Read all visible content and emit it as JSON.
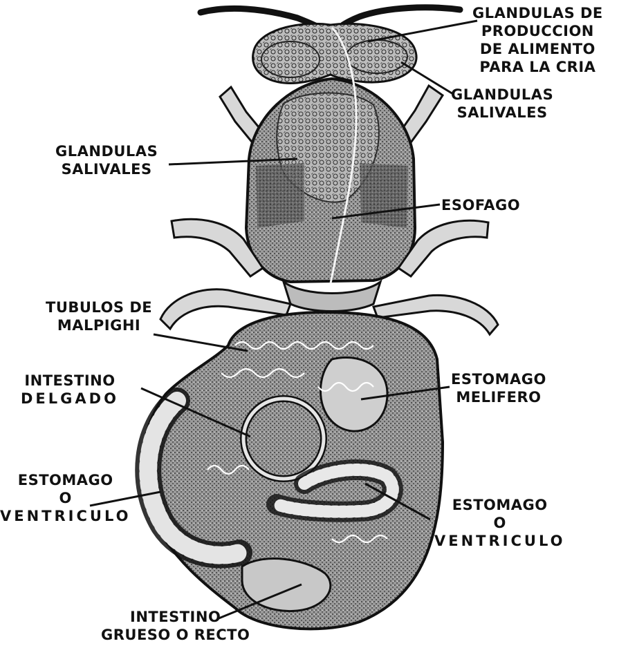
{
  "labels": {
    "food_glands": [
      "GLANDULAS DE",
      "PRODUCCION",
      "DE ALIMENTO",
      "PARA LA CRIA"
    ],
    "salivary_right": [
      "GLANDULAS",
      "SALIVALES"
    ],
    "salivary_left": [
      "GLANDULAS",
      "SALIVALES"
    ],
    "esophagus": [
      "ESOFAGO"
    ],
    "malpighi": [
      "TUBULOS DE",
      "MALPIGHI"
    ],
    "small_intestine": [
      "INTESTINO",
      "DELGADO"
    ],
    "honey_stomach": [
      "ESTOMAGO",
      "MELIFERO"
    ],
    "ventriculus_left": [
      "ESTOMAGO",
      "O",
      "VENTRICULO"
    ],
    "ventriculus_right": [
      "ESTOMAGO",
      "O",
      "VENTRICULO"
    ],
    "rectum": [
      "INTESTINO",
      "GRUESO O RECTO"
    ]
  },
  "colors": {
    "ink": "#111111",
    "shade": "#4a4a4a",
    "mid": "#8a8a8a",
    "light": "#cfcfcf",
    "paper": "#ffffff"
  },
  "illustration": {
    "subject": "honeybee internal anatomy (dissection view)"
  }
}
